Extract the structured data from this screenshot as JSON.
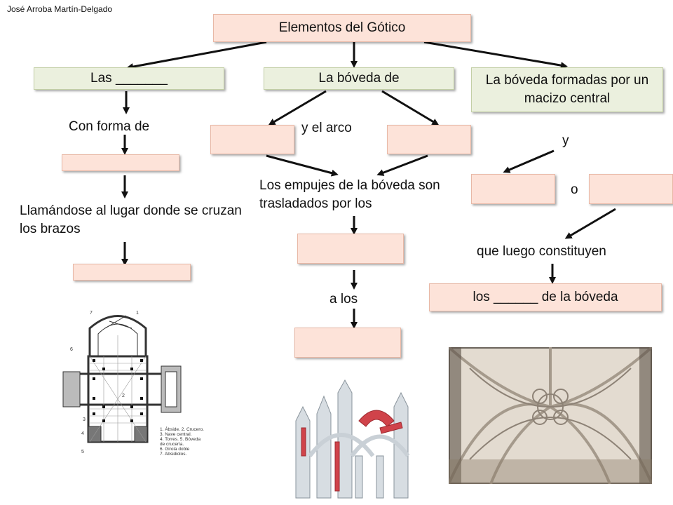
{
  "author": "José Arroba Martín-Delgado",
  "title": "Elementos del Gótico",
  "branches": {
    "left": "Las _______",
    "middle": "La bóveda de",
    "right": "La bóveda formadas por un macizo central"
  },
  "left_column": {
    "shape_label": "Con forma de",
    "crossing_label": "Llamándose al lugar donde se cruzan los brazos"
  },
  "middle_column": {
    "arch_label": "y el arco",
    "thrust_label": "Los empujes de la bóveda son trasladados por los",
    "to_label": "a los"
  },
  "right_column": {
    "and_label": "y",
    "or_label": "o",
    "then_label": "que luego constituyen",
    "result_box": "los ______ de la bóveda"
  },
  "floorplan": {
    "legend_lines": [
      "1. Ábside. 2. Crucero.",
      "3. Nave central.",
      "4. Torres. 5. Bóveda",
      "de crucería.",
      "6. Girola doble",
      "7. Absidiolos."
    ],
    "numbers": [
      "7",
      "1",
      "6",
      "2",
      "3",
      "4",
      "5"
    ]
  },
  "colors": {
    "pink_box": "#fde3d9",
    "green_box": "#ebf0de",
    "arrow": "#111111"
  }
}
